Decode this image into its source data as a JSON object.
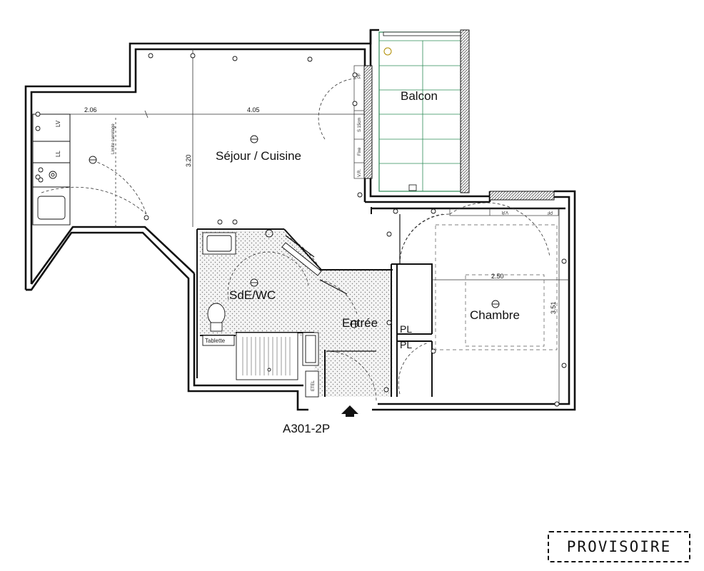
{
  "plan": {
    "unit_code": "A301-2P",
    "stamp": "PROVISOIRE",
    "rooms": {
      "sejour": "Séjour / Cuisine",
      "balcon": "Balcon",
      "sde": "SdE/WC",
      "entree": "Entrée",
      "chambre": "Chambre"
    },
    "dimensions": {
      "sejour_left_width": "2.06",
      "sejour_right_width": "4.05",
      "sejour_depth": "3.20",
      "chambre_width": "2.50",
      "chambre_depth": "3.51"
    },
    "annotations": {
      "limite_carrelage": "Limite carrelage",
      "lv": "LV",
      "ll": "LL",
      "pf": "PF",
      "s15": "S 15cm",
      "fixe": "Fixe",
      "vr_balcony": "V.R.",
      "vr_chambre": "V.R",
      "pf_chambre": "PF",
      "tablette": "Tablette",
      "etel": "ETEL",
      "placard_1": "PL",
      "placard_2": "PL"
    },
    "colors": {
      "wall": "#111111",
      "line": "#333333",
      "balcony_tile": "#2e8b57",
      "wet_floor_dots": "#888888"
    }
  }
}
